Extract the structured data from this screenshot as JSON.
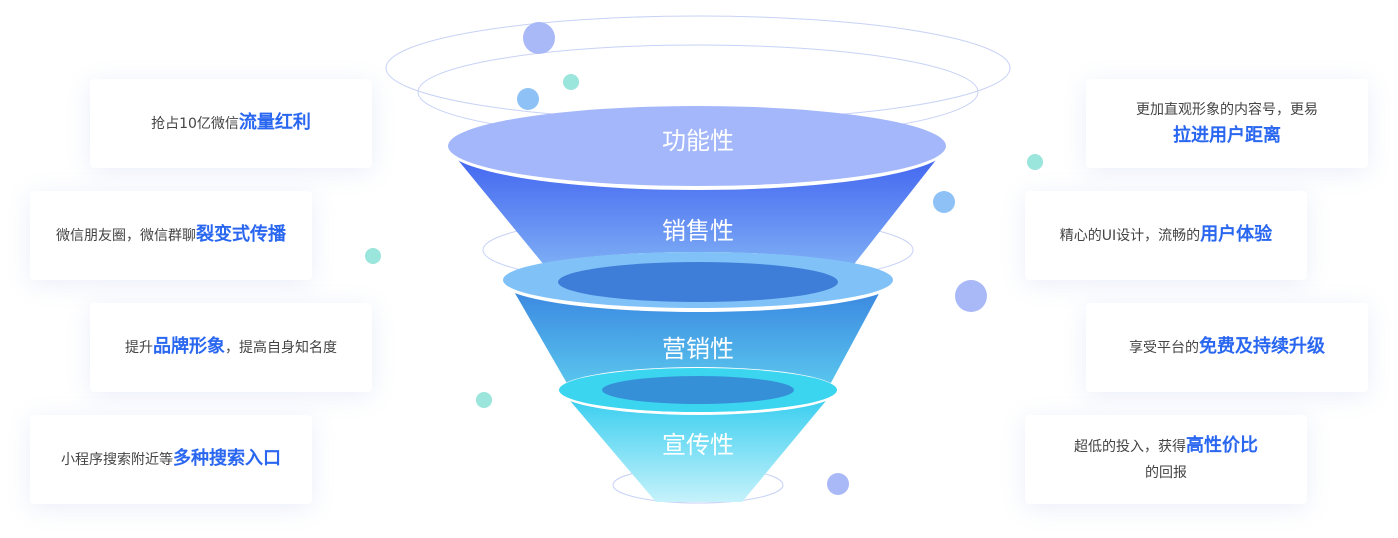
{
  "funnel": {
    "levels": [
      "功能性",
      "销售性",
      "营销性",
      "宣传性"
    ]
  },
  "left_cards": [
    {
      "pre": "抢占10亿微信",
      "hl": "流量红利",
      "post": ""
    },
    {
      "pre": "微信朋友圈，微信群聊",
      "hl": "裂变式传播",
      "post": ""
    },
    {
      "pre": "提升",
      "hl": "品牌形象",
      "post": "，提高自身知名度"
    },
    {
      "pre": "小程序搜索附近等",
      "hl": "多种搜索入口",
      "post": ""
    }
  ],
  "right_cards": [
    {
      "pre": "更加直观形象的内容号，更易",
      "hl": "拉进用户距离",
      "post": ""
    },
    {
      "pre": "精心的UI设计，流畅的",
      "hl": "用户体验",
      "post": ""
    },
    {
      "pre": "享受平台的",
      "hl": "免费及持续升级",
      "post": ""
    },
    {
      "pre": "超低的投入，获得",
      "hl": "高性价比",
      "post": "的回报"
    }
  ],
  "colors": {
    "accent": "#2a67f0",
    "text": "#444444",
    "dot_teal": "#9ae5dc",
    "dot_blue": "#a9b8f7"
  }
}
